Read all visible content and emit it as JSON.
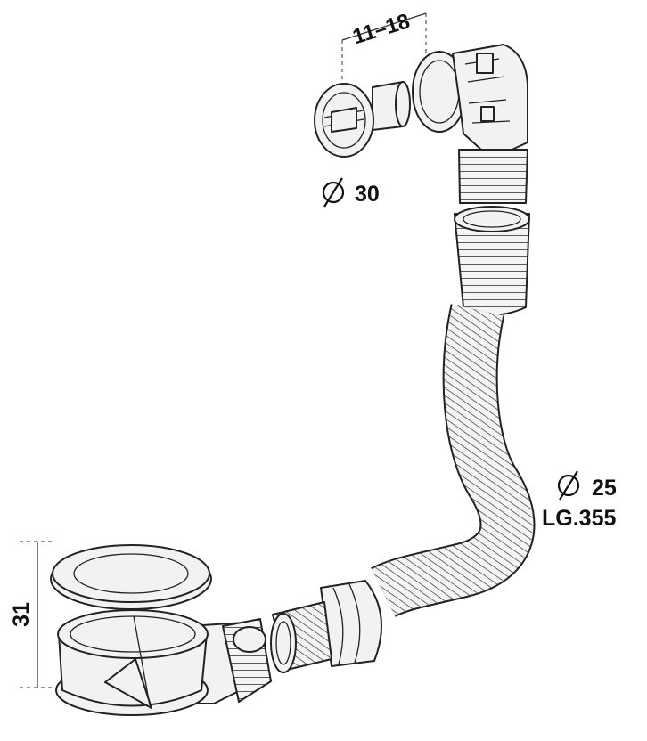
{
  "labels": {
    "overflow_width": "11–18",
    "overflow_diameter": "30",
    "hose_diameter": "25",
    "hose_length": "LG.355",
    "waste_height": "31"
  },
  "icons": {
    "diameter": "diameter-icon"
  }
}
